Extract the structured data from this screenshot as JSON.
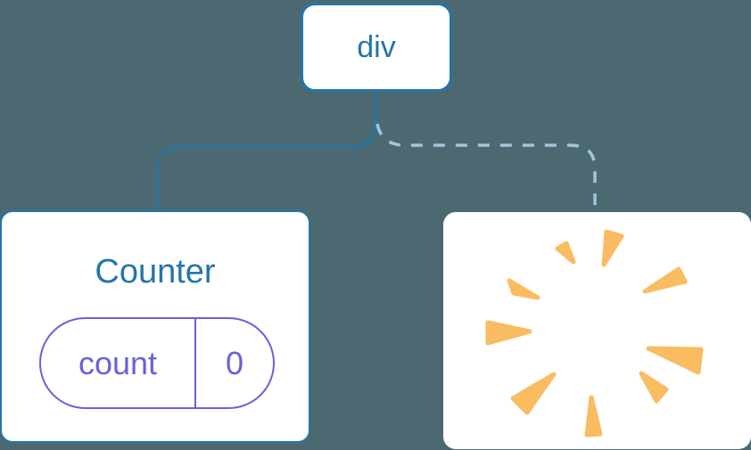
{
  "diagram": {
    "description": "Component tree diagram: a div root with a solid edge to a preserved Counter component holding state, and a dashed edge to a removed component shown as a poof burst",
    "root_node": {
      "label": "div"
    },
    "counter_node": {
      "title": "Counter",
      "state_pill": {
        "key_label": "count",
        "value": "0"
      }
    },
    "removed_node": {
      "icon": "poof-burst"
    },
    "edges": [
      {
        "from": "div",
        "to": "Counter",
        "style": "solid"
      },
      {
        "from": "div",
        "to": "removed-node",
        "style": "dashed"
      }
    ],
    "colors": {
      "background": "#4C6972",
      "accent_blue": "#2575A8",
      "dashed_edge_blue": "#A3C4DC",
      "state_purple": "#6962D6",
      "poof_orange": "#F9BC60",
      "card_white": "#FFFFFF"
    }
  }
}
